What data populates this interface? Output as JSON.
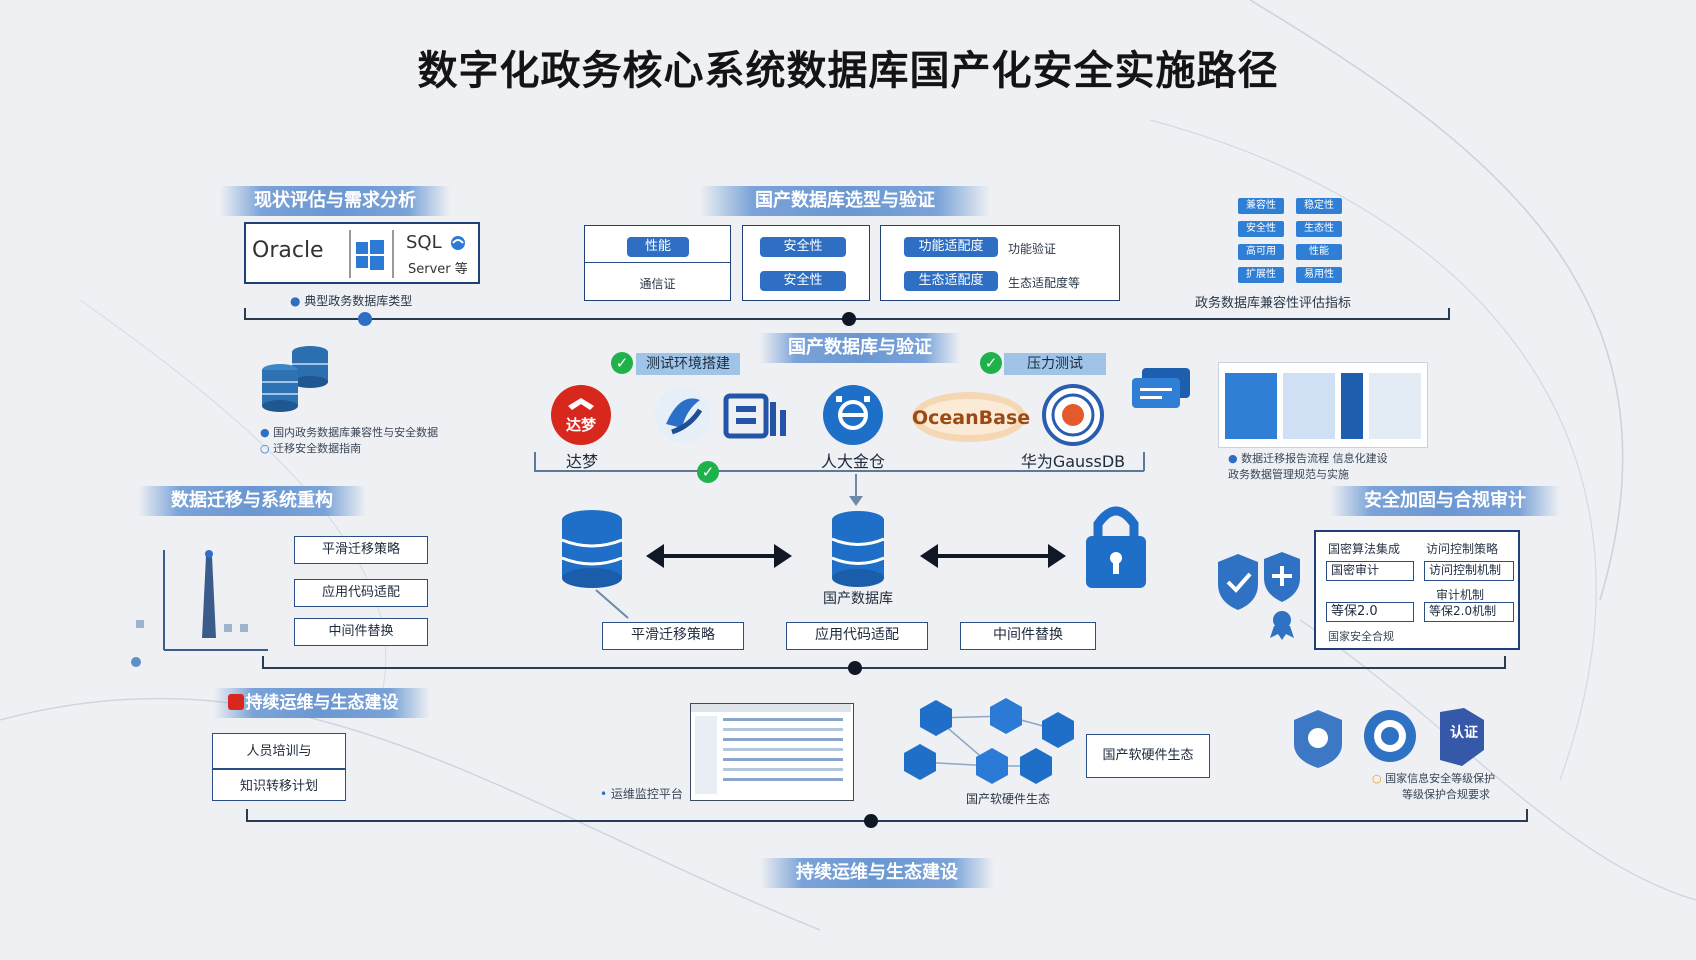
{
  "title": "数字化政务核心系统数据库国产化安全实施路径",
  "sections": {
    "assess": "现状评估与需求分析",
    "select_top": "国产数据库选型与验证",
    "select_mid": "国产数据库与验证",
    "migrate": "数据迁移与系统重构",
    "security": "安全加固与合规审计",
    "ops_left": "持续运维与生态建设",
    "ops_bottom": "持续运维与生态建设"
  },
  "assess": {
    "oracle": "Oracle",
    "sql": "SQL",
    "server": "Server 等",
    "caption": "典型政务数据库类型",
    "db_note_1": "国内政务数据库兼容性与安全数据",
    "db_note_2": "迁移安全数据指南"
  },
  "selection": {
    "box1_pill": "性能",
    "box1_text": "通信证",
    "box2_pill1": "安全性",
    "box2_pill2": "安全性",
    "box3_pill1": "功能适配度",
    "box3_text1": "功能验证",
    "box3_pill2": "生态适配度",
    "box3_text2": "生态适配度等",
    "metrics_caption": "政务数据库兼容性评估指标",
    "metric_btns": [
      "兼容性",
      "稳定性",
      "安全性",
      "生态性",
      "高可用",
      "性能",
      "扩展性",
      "易用性"
    ]
  },
  "vendors": {
    "test_env": "测试环境搭建",
    "stress": "压力测试",
    "dameng_logo": "达梦",
    "dameng": "达梦",
    "kingbase": "人大金仓",
    "oceanbase": "OceanBase",
    "gauss": "华为GaussDB",
    "report_note_1": "数据迁移报告流程   信息化建设",
    "report_note_2": "政务数据管理规范与实施"
  },
  "migration": {
    "strategy_1": "平滑迁移策略",
    "strategy_2": "应用代码适配",
    "strategy_3": "中间件替换",
    "bottom_1": "平滑迁移策略",
    "bottom_2": "应用代码适配",
    "bottom_3": "中间件替换",
    "center_db": "国产数据库"
  },
  "security": {
    "cells": [
      "国密算法集成",
      "访问控制策略",
      "国密审计",
      "访问控制机制",
      "",
      "审计机制",
      "等保2.0",
      "等保2.0机制"
    ],
    "footnote": "国家安全合规"
  },
  "ops": {
    "train": "人员培训与",
    "knowledge": "知识转移计划",
    "monitor": "运维监控平台",
    "ecosystem_box": "国产软硬件生态",
    "ecosystem_caption": "国产软硬件生态",
    "cert_badge": "认证",
    "cert_note_1": "国家信息安全等级保护",
    "cert_note_2": "等级保护合规要求"
  },
  "colors": {
    "accent": "#2f6fc3",
    "navy": "#1f3f78",
    "banner": "#6b97d1",
    "check": "#1fb14a",
    "dameng_red": "#d8281d",
    "oceanbase_orange": "#e08a2c"
  }
}
